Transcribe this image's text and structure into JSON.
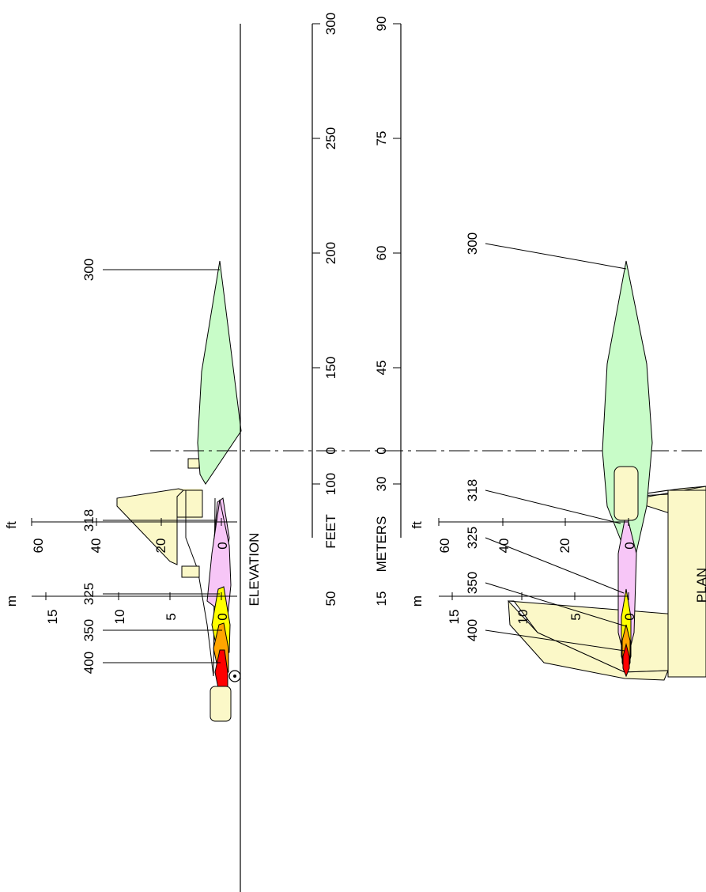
{
  "views": {
    "elevation": "ELEVATION",
    "plan": "PLAN"
  },
  "units": {
    "feet": "FEET",
    "meters": "METERS",
    "ft": "ft",
    "m": "m"
  },
  "distance_scale": {
    "feet_ticks": [
      "0",
      "50",
      "100",
      "150",
      "200",
      "250",
      "300"
    ],
    "meter_ticks": [
      "0",
      "15",
      "30",
      "45",
      "60",
      "75",
      "90"
    ]
  },
  "height_scale": {
    "feet_ticks": [
      "0",
      "20",
      "40",
      "60"
    ],
    "meter_ticks": [
      "0",
      "5",
      "10",
      "15"
    ]
  },
  "contours": {
    "elevation": [
      {
        "label": "300",
        "length_ft": 195,
        "color": "#c8fcc8"
      },
      {
        "label": "318",
        "length_ft": 92,
        "color": "#f7c6f7"
      },
      {
        "label": "325",
        "length_ft": 55,
        "color": "#ffff00"
      },
      {
        "label": "350",
        "length_ft": 40,
        "color": "#ffa500"
      },
      {
        "label": "400",
        "length_ft": 28,
        "color": "#ff0000"
      }
    ],
    "plan": [
      {
        "label": "300",
        "length_m": 59,
        "color": "#c8fcc8"
      },
      {
        "label": "318",
        "length_m": 27,
        "color": "#f7c6f7"
      },
      {
        "label": "325",
        "length_m": 16.5,
        "color": "#ffff00"
      },
      {
        "label": "350",
        "length_m": 12,
        "color": "#ffa500"
      },
      {
        "label": "400",
        "length_m": 8,
        "color": "#ff0000"
      }
    ]
  },
  "colors": {
    "aircraft_fill": "#fbf8c8",
    "ground_fill": "#fbf8c8"
  }
}
